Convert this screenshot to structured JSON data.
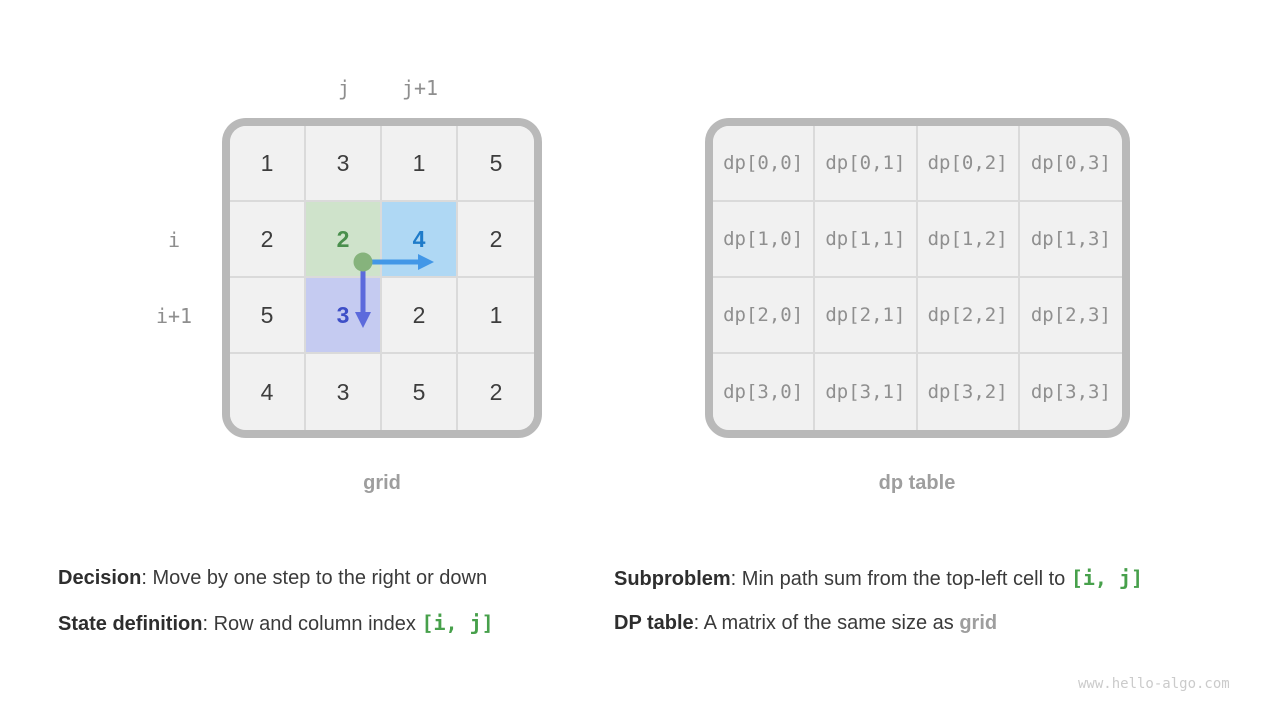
{
  "page": {
    "watermark": "www.hello-algo.com"
  },
  "colors": {
    "table_border": "#b9b9b9",
    "cell_bg": "#f1f1f1",
    "cell_line": "#dadada",
    "highlight_green_bg": "#cfe3cb",
    "highlight_green_text": "#4a8f4d",
    "highlight_blue_bg": "#afd8f4",
    "highlight_blue_text": "#1e7bc9",
    "highlight_purple_bg": "#c5cbf1",
    "highlight_purple_text": "#3e4fc7",
    "dot_green": "#86b37c",
    "arrow_right_blue": "#4297e7",
    "arrow_down_purple": "#5c6adc",
    "label_gray": "#8e8e8e",
    "caption_gray": "#9e9e9e",
    "code_green": "#47a04b"
  },
  "grid_panel": {
    "caption": "grid",
    "top_labels": {
      "j": "j",
      "j_plus_1": "j+1"
    },
    "side_labels": {
      "i": "i",
      "i_plus_1": "i+1"
    },
    "cells": [
      [
        "1",
        "3",
        "1",
        "5"
      ],
      [
        "2",
        "2",
        "4",
        "2"
      ],
      [
        "5",
        "3",
        "2",
        "1"
      ],
      [
        "4",
        "3",
        "5",
        "2"
      ]
    ]
  },
  "dp_panel": {
    "caption": "dp table",
    "cells": [
      [
        "dp[0,0]",
        "dp[0,1]",
        "dp[0,2]",
        "dp[0,3]"
      ],
      [
        "dp[1,0]",
        "dp[1,1]",
        "dp[1,2]",
        "dp[1,3]"
      ],
      [
        "dp[2,0]",
        "dp[2,1]",
        "dp[2,2]",
        "dp[2,3]"
      ],
      [
        "dp[3,0]",
        "dp[3,1]",
        "dp[3,2]",
        "dp[3,3]"
      ]
    ]
  },
  "notes": {
    "left": [
      {
        "label": "Decision",
        "text": ": Move by one step to the right or down"
      },
      {
        "label": "State definition",
        "text": ": Row and column index ",
        "code": "[i, j]"
      }
    ],
    "right": [
      {
        "label": "Subproblem",
        "text": ": Min path sum from the top-left cell to ",
        "code": "[i, j]"
      },
      {
        "label": "DP table",
        "text": ": A matrix of the same size as ",
        "grayword": "grid"
      }
    ]
  }
}
